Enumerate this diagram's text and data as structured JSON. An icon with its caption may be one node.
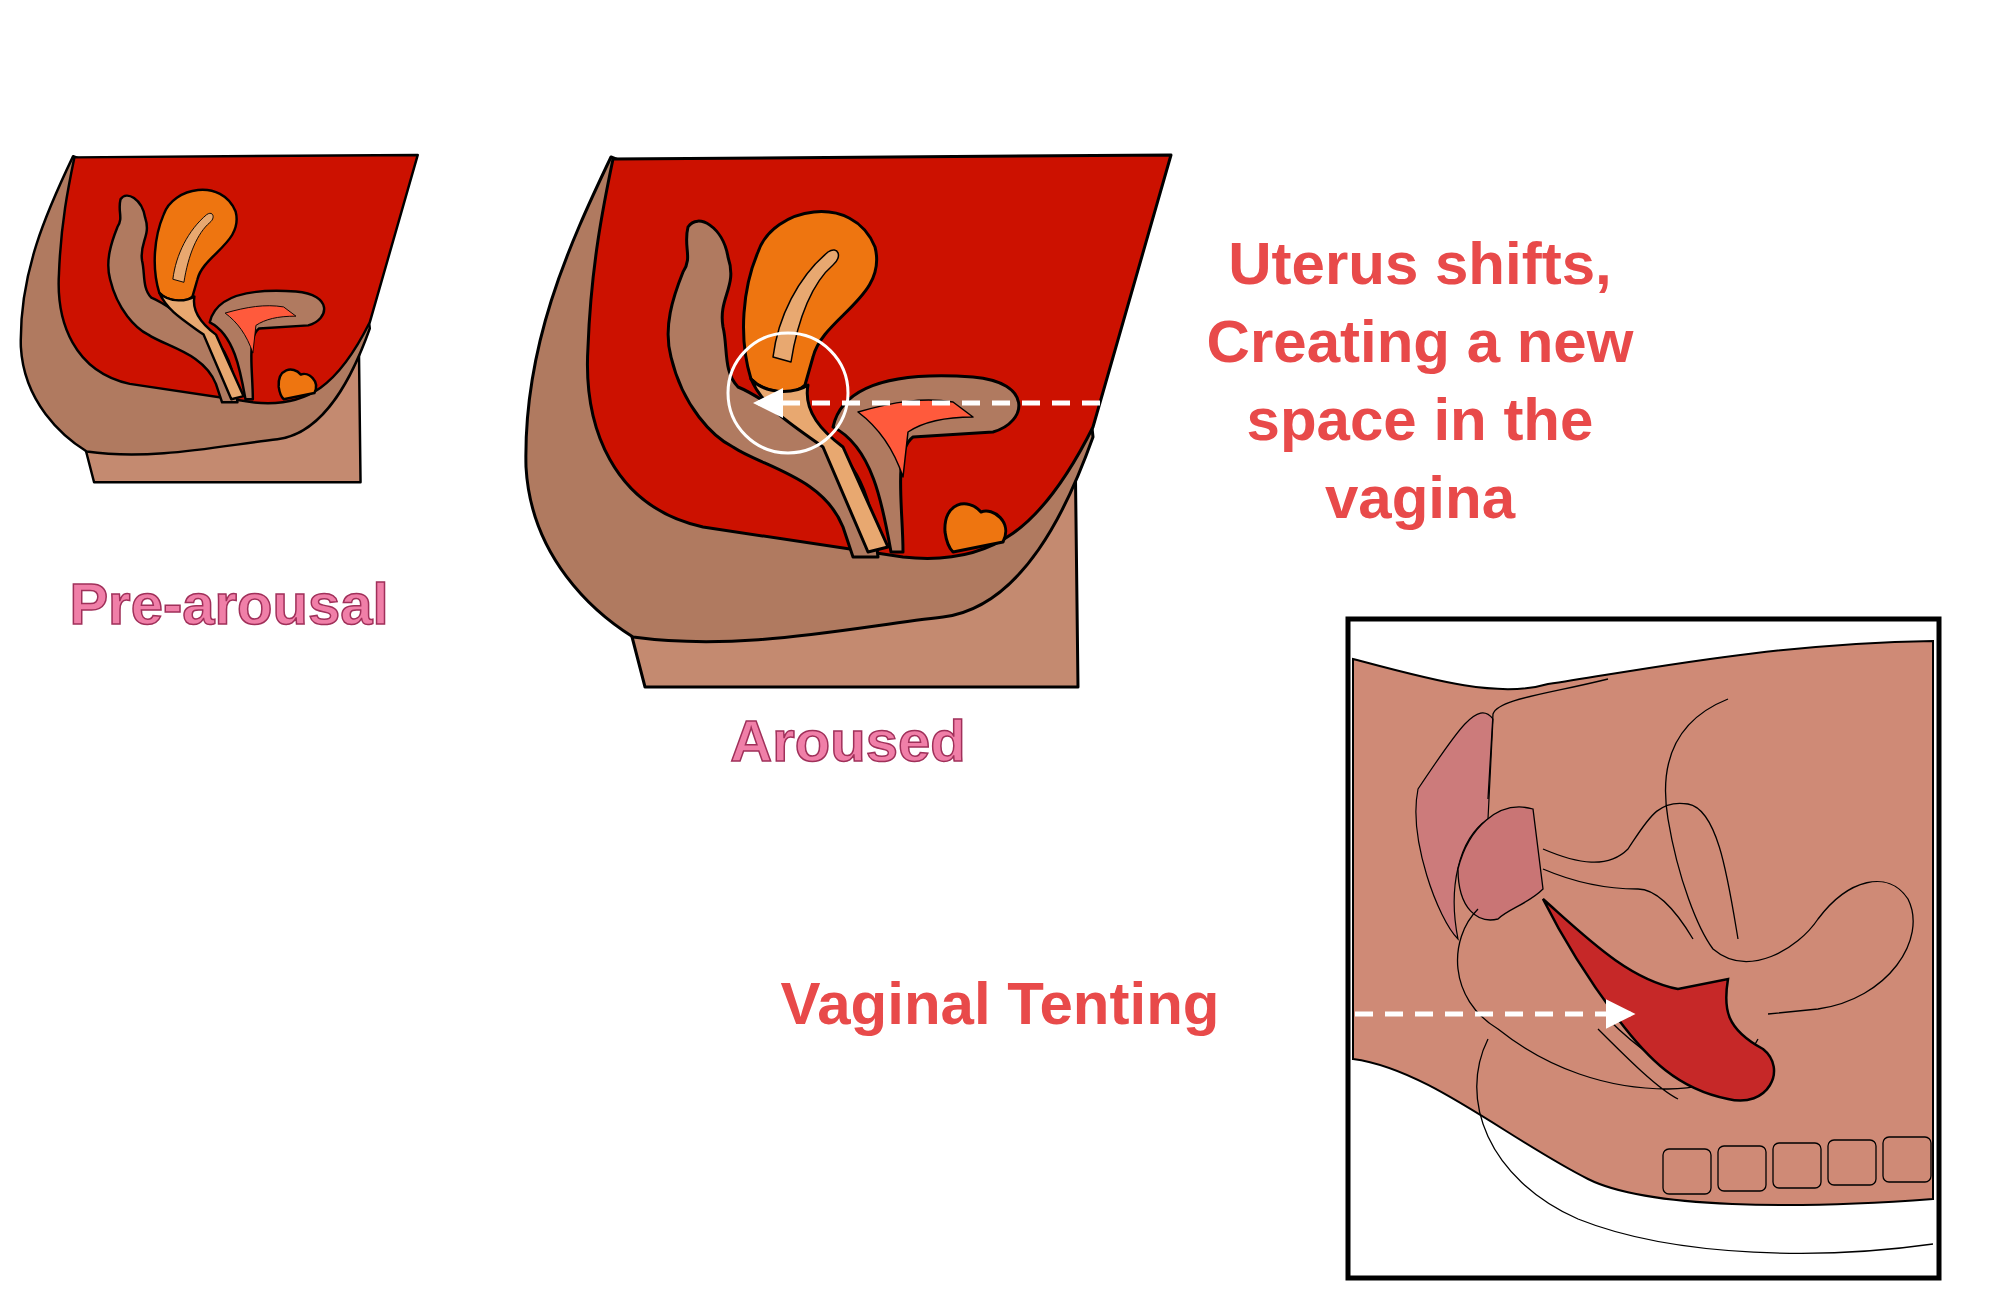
{
  "diagram": {
    "nodes": [
      {
        "text": [],
        "shape": "picture",
        "beside": [
          "Pre-arousal"
        ]
      },
      {
        "text": [],
        "shape": "picture",
        "beside": [
          "Aroused"
        ]
      },
      {
        "text": [],
        "shape": "circle",
        "in": 1
      },
      {
        "text": [
          "Uterus shifts, Creating a new space in the vagina"
        ]
      },
      {
        "text": [],
        "shape": "picture"
      },
      {
        "text": [],
        "shape": "picture",
        "in": 4
      },
      {
        "text": [
          "Vaginal Tenting"
        ]
      }
    ],
    "edges": [
      {
        "from": 3,
        "to": 2,
        "arrow": "to",
        "style": "dashed"
      },
      {
        "from": 6,
        "to": 5,
        "arrow": "to",
        "style": "dashed"
      }
    ]
  }
}
